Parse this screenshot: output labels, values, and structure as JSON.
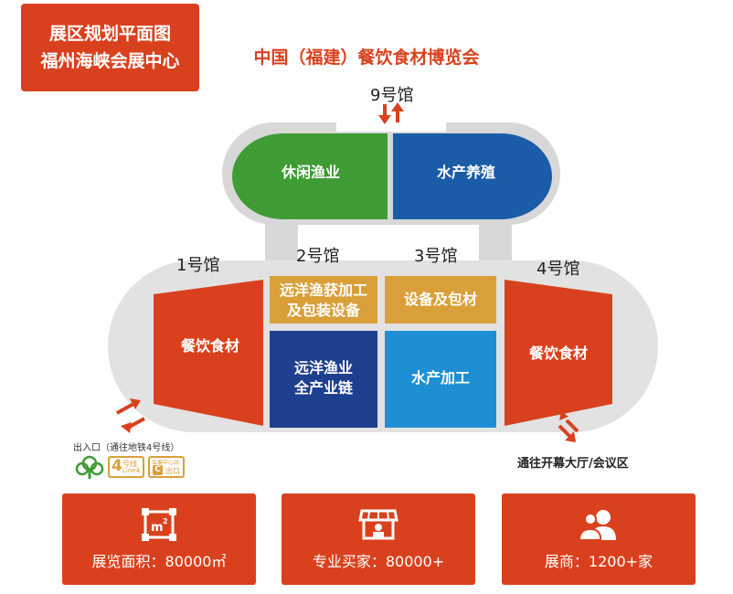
{
  "title_box": {
    "line1": "展区规划平面图",
    "line2": "福州海峡会展中心"
  },
  "main_title": "中国（福建）餐饮食材博览会",
  "halls": {
    "h9": "9号馆",
    "h1": "1号馆",
    "h2": "2号馆",
    "h3": "3号馆",
    "h4": "4号馆"
  },
  "zones": {
    "leisure_fishery": "休闲渔业",
    "aquaculture": "水产养殖",
    "catering_left": "餐饮食材",
    "catering_right": "餐饮食材",
    "ocean_processing": "远洋渔获加工\n及包装设备",
    "equipment_packaging": "设备及包材",
    "ocean_chain": "远洋渔业\n全产业链",
    "aquatic_processing": "水产加工"
  },
  "entrance": {
    "label": "出入口（通往地铁4号线）",
    "metro_num": "4",
    "metro_cn": "号线",
    "metro_en": "Line4",
    "exit_top": "会展中心站",
    "exit_letter": "C",
    "exit_word": "出口"
  },
  "to_hall": "通往开幕大厅/会议区",
  "stats": [
    {
      "icon": "area-icon",
      "label": "展览面积：80000㎡"
    },
    {
      "icon": "store-icon",
      "label": "专业买家：80000+"
    },
    {
      "icon": "people-icon",
      "label": "展商：1200+家"
    }
  ],
  "colors": {
    "accent": "#d9411e",
    "green": "#3f9c35",
    "blue": "#1a5ca8",
    "gold": "#d9a03a",
    "sky": "#1e8fd2",
    "navy": "#1f3f8f",
    "gray": "#d8d8d8"
  }
}
